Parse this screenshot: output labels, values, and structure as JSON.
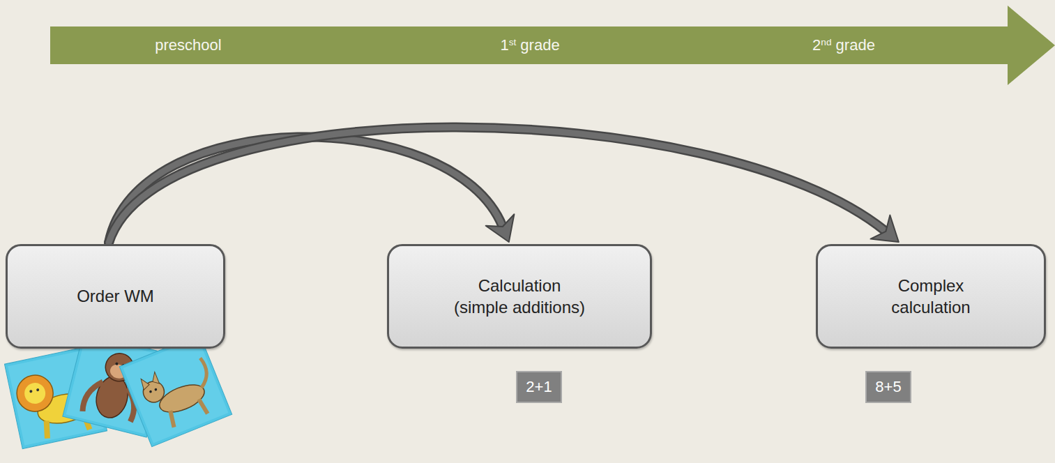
{
  "diagram": {
    "nodes": [
      {
        "text": [
          "preschool",
          "1st grade",
          "2nd grade"
        ]
      },
      {
        "text": [
          "Order WM"
        ]
      },
      {
        "text": [
          "Calculation (simple additions)"
        ]
      },
      {
        "text": [
          "2+1"
        ]
      },
      {
        "text": [
          "Complex calculation"
        ]
      },
      {
        "text": [
          "8+5"
        ]
      }
    ],
    "edges": [
      {
        "from": 1,
        "to": 2,
        "arrow": "to"
      },
      {
        "from": 1,
        "to": 4,
        "arrow": "to"
      }
    ]
  }
}
